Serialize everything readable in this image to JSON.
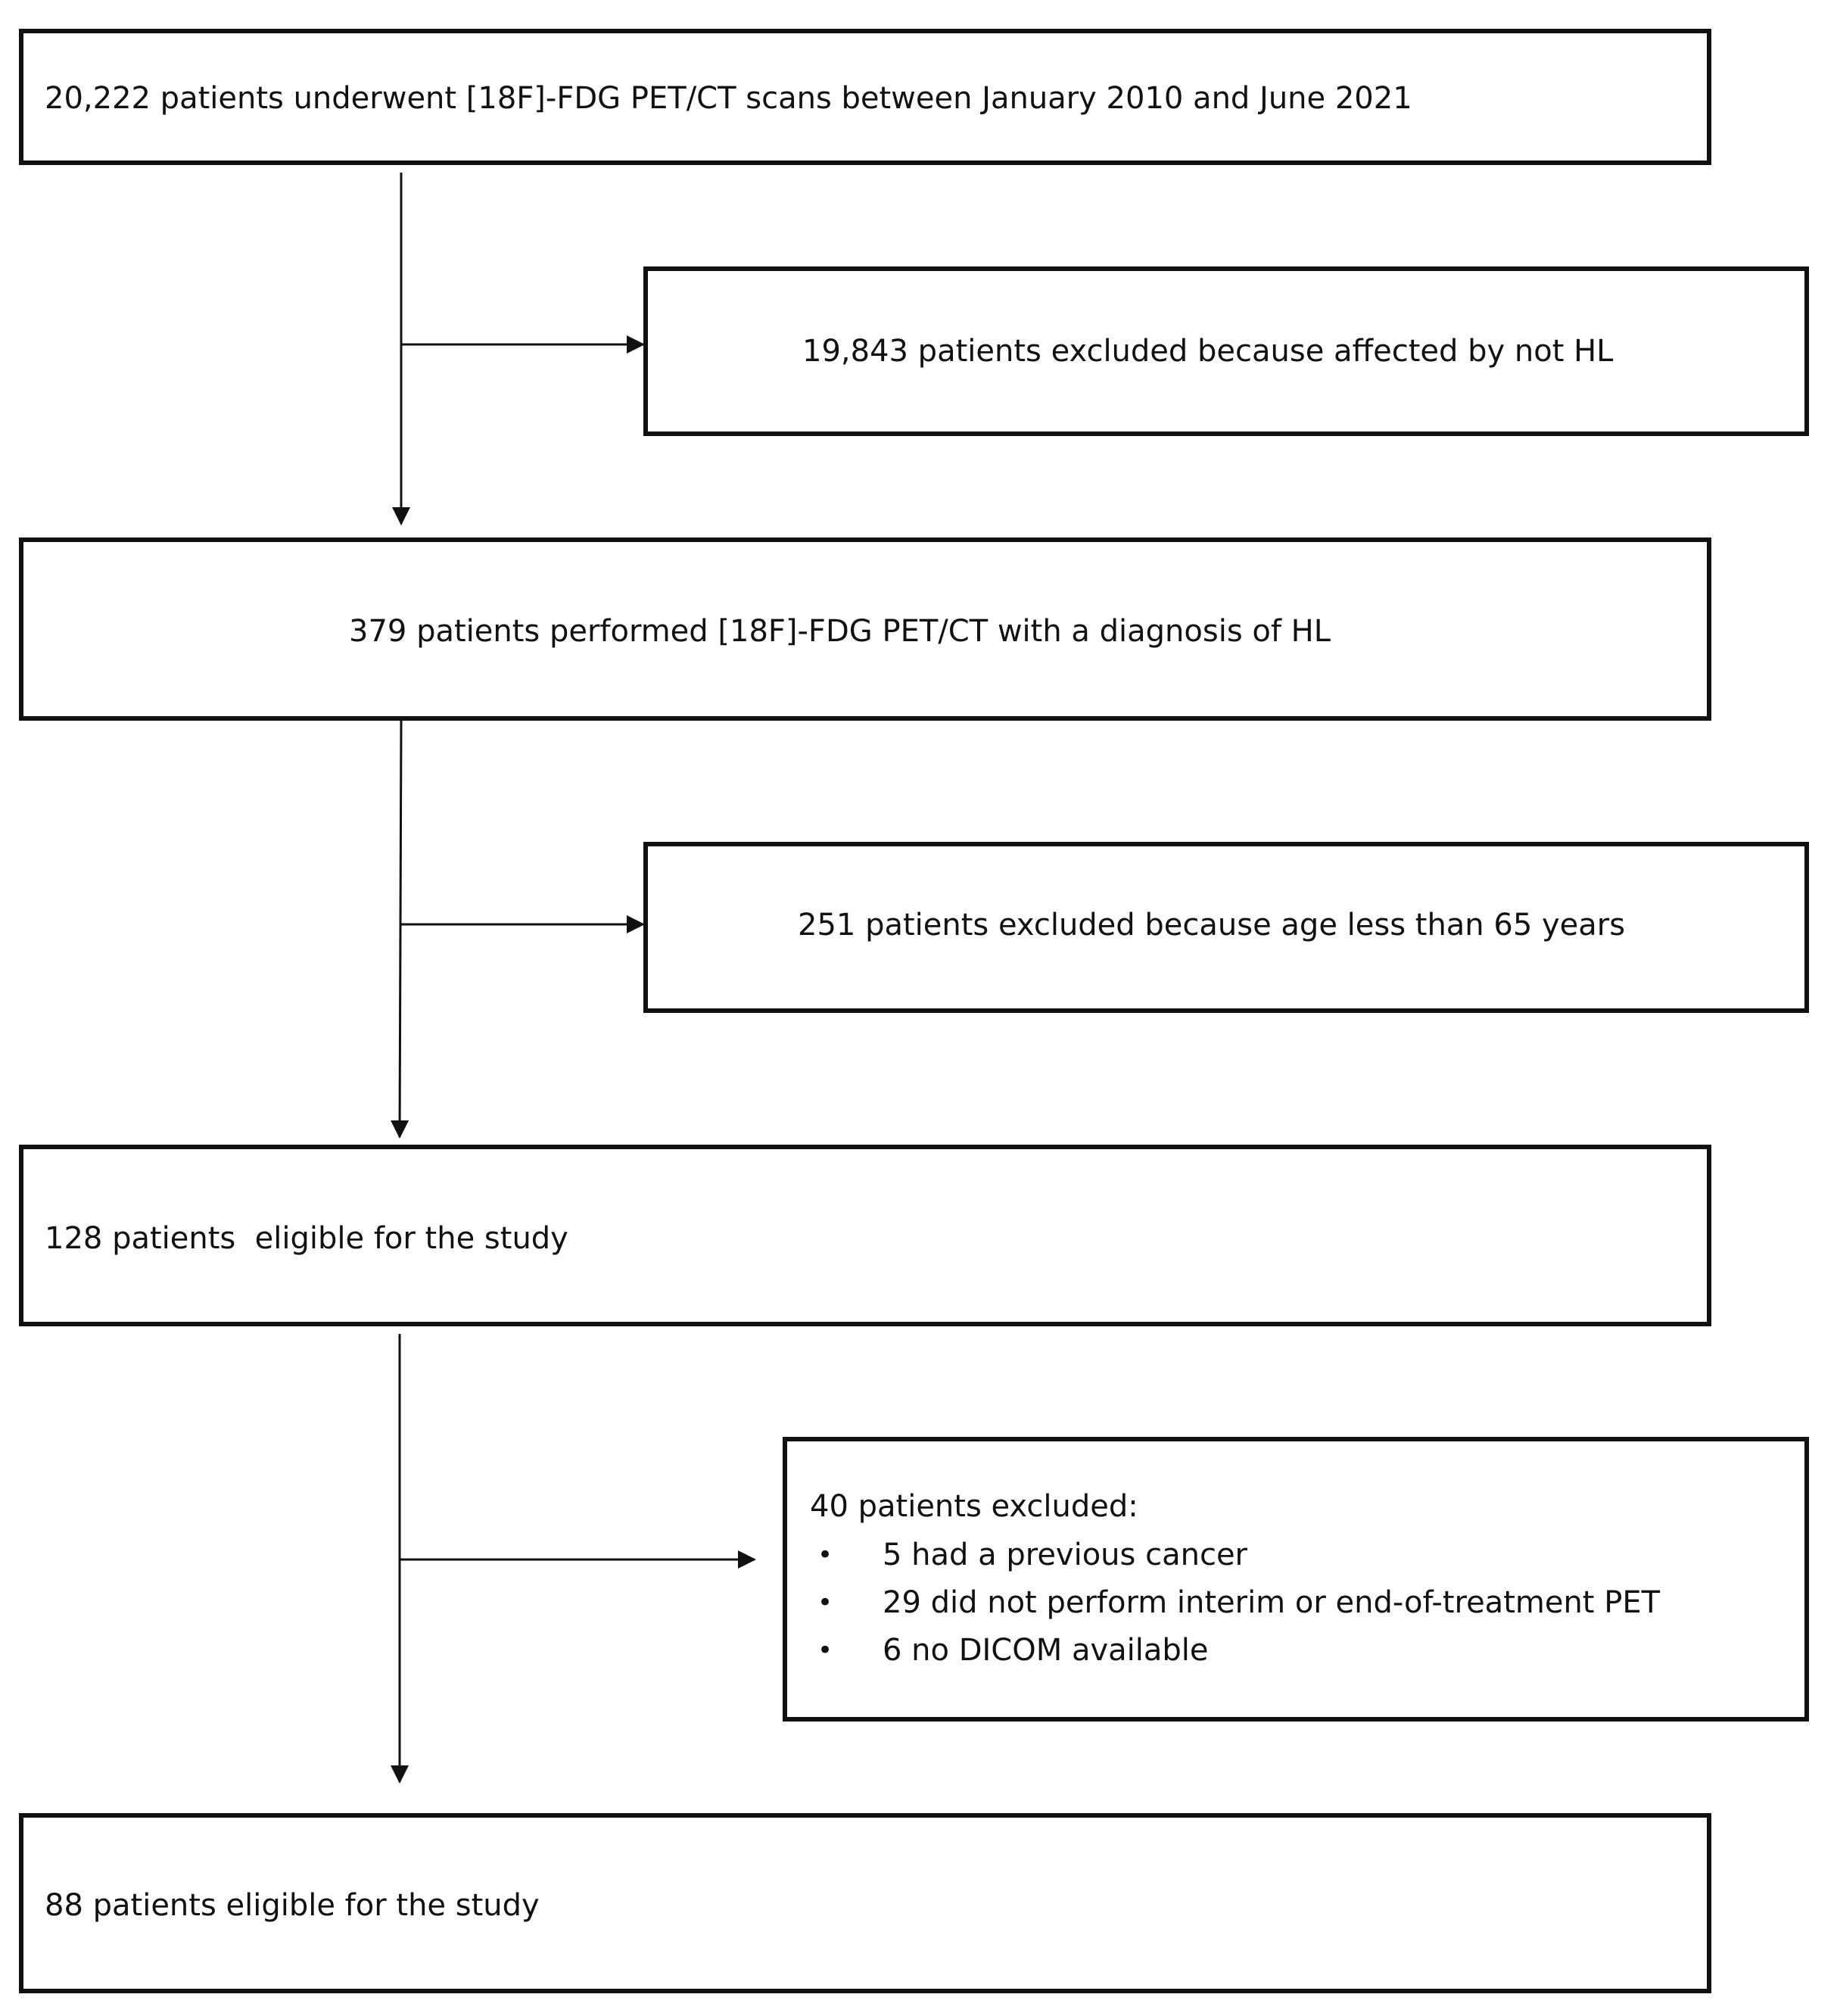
{
  "flow": {
    "screened": "20,222 patients underwent [18F]-FDG PET/CT scans between January 2010 and June 2021",
    "excluded_not_hl": "19,843 patients excluded because affected by not HL",
    "hl_diagnosis": "379 patients performed [18F]-FDG PET/CT with a diagnosis of HL",
    "excluded_age": "251 patients excluded because age less than 65 years",
    "eligible_128": "128 patients  eligible for the study",
    "excluded_40": {
      "heading": "40 patients excluded:",
      "bullet": "•",
      "reasons": [
        "5 had a previous cancer",
        "29 did not perform interim or end-of-treatment PET",
        "6 no DICOM available"
      ]
    },
    "eligible_88": "88 patients eligible for the study"
  },
  "colors": {
    "stroke": "#111111",
    "background": "#ffffff"
  }
}
